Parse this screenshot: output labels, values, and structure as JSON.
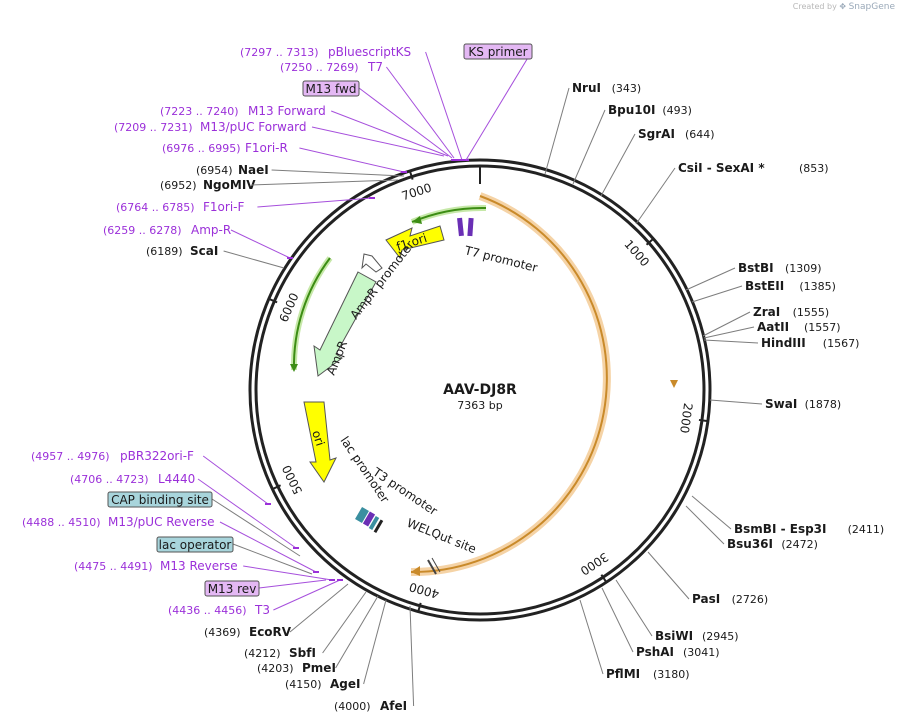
{
  "credit": {
    "prefix": "Created by",
    "brand": "SnapGene"
  },
  "plasmid": {
    "name": "AAV-DJ8R",
    "length": 7363,
    "length_label": "7363 bp"
  },
  "ticks": [
    {
      "pos": 1000,
      "label": "1000"
    },
    {
      "pos": 2000,
      "label": "2000"
    },
    {
      "pos": 3000,
      "label": "3000"
    },
    {
      "pos": 4000,
      "label": "4000"
    },
    {
      "pos": 5000,
      "label": "5000"
    },
    {
      "pos": 6000,
      "label": "6000"
    },
    {
      "pos": 7000,
      "label": "7000"
    }
  ],
  "sites_right": [
    {
      "name": "NruI",
      "pos": "(343)"
    },
    {
      "name": "Bpu10I",
      "pos": "(493)"
    },
    {
      "name": "SgrAI",
      "pos": "(644)"
    },
    {
      "name": "CsiI  - SexAI *",
      "pos": "(853)"
    },
    {
      "name": "BstBI",
      "pos": "(1309)"
    },
    {
      "name": "BstEII",
      "pos": "(1385)"
    },
    {
      "name": "ZraI",
      "pos": "(1555)"
    },
    {
      "name": "AatII",
      "pos": "(1557)"
    },
    {
      "name": "HindIII",
      "pos": "(1567)"
    },
    {
      "name": "SwaI",
      "pos": "(1878)"
    },
    {
      "name": "BsmBI  - Esp3I",
      "pos": "(2411)"
    },
    {
      "name": "Bsu36I",
      "pos": "(2472)"
    },
    {
      "name": "PasI",
      "pos": "(2726)"
    },
    {
      "name": "BsiWI",
      "pos": "(2945)"
    },
    {
      "name": "PshAI",
      "pos": "(3041)"
    },
    {
      "name": "PflMI",
      "pos": "(3180)"
    }
  ],
  "sites_left": [
    {
      "name": "NaeI",
      "pos": "(6954)"
    },
    {
      "name": "NgoMIV",
      "pos": "(6952)"
    },
    {
      "name": "ScaI",
      "pos": "(6189)"
    },
    {
      "name": "EcoRV",
      "pos": "(4369)"
    },
    {
      "name": "SbfI",
      "pos": "(4212)"
    },
    {
      "name": "PmeI",
      "pos": "(4203)"
    },
    {
      "name": "AgeI",
      "pos": "(4150)"
    },
    {
      "name": "AfeI",
      "pos": "(4000)"
    }
  ],
  "primers": [
    {
      "range": "(7297 .. 7313)",
      "name": "pBluescriptKS"
    },
    {
      "range": "(7250 .. 7269)",
      "name": "T7"
    },
    {
      "range": "(7223 .. 7240)",
      "name": "M13 Forward"
    },
    {
      "range": "(7209 .. 7231)",
      "name": "M13/pUC Forward"
    },
    {
      "range": "(6976 .. 6995)",
      "name": "F1ori-R"
    },
    {
      "range": "(6764 .. 6785)",
      "name": "F1ori-F"
    },
    {
      "range": "(6259 .. 6278)",
      "name": "Amp-R"
    },
    {
      "range": "(4957 .. 4976)",
      "name": "pBR322ori-F"
    },
    {
      "range": "(4706 .. 4723)",
      "name": "L4440"
    },
    {
      "range": "(4488 .. 4510)",
      "name": "M13/pUC Reverse"
    },
    {
      "range": "(4475 .. 4491)",
      "name": "M13 Reverse"
    },
    {
      "range": "(4436 .. 4456)",
      "name": "T3"
    }
  ],
  "boxed_labels": [
    {
      "text": "KS primer",
      "color": "#e4b8f4"
    },
    {
      "text": "M13 fwd",
      "color": "#e4b8f4"
    },
    {
      "text": "CAP binding site",
      "color": "#a8d5dc"
    },
    {
      "text": "lac operator",
      "color": "#a8d5dc"
    },
    {
      "text": "M13 rev",
      "color": "#e4b8f4"
    }
  ],
  "features": [
    {
      "name": "T7 promoter"
    },
    {
      "name": "f1 ori"
    },
    {
      "name": "AmpR promoter"
    },
    {
      "name": "AmpR"
    },
    {
      "name": "ori"
    },
    {
      "name": "lac promoter"
    },
    {
      "name": "T3 promoter"
    },
    {
      "name": "WELQut site"
    }
  ],
  "colors": {
    "backbone": "#222222",
    "primer": "#9b30d9",
    "ori": "#ffff00",
    "ampr": "#c8f7c8",
    "orange_feature": "#f0b35c",
    "green_feature": "#3c8d14",
    "primer_box": "#e4b8f4",
    "binding_box": "#a8d5dc"
  }
}
